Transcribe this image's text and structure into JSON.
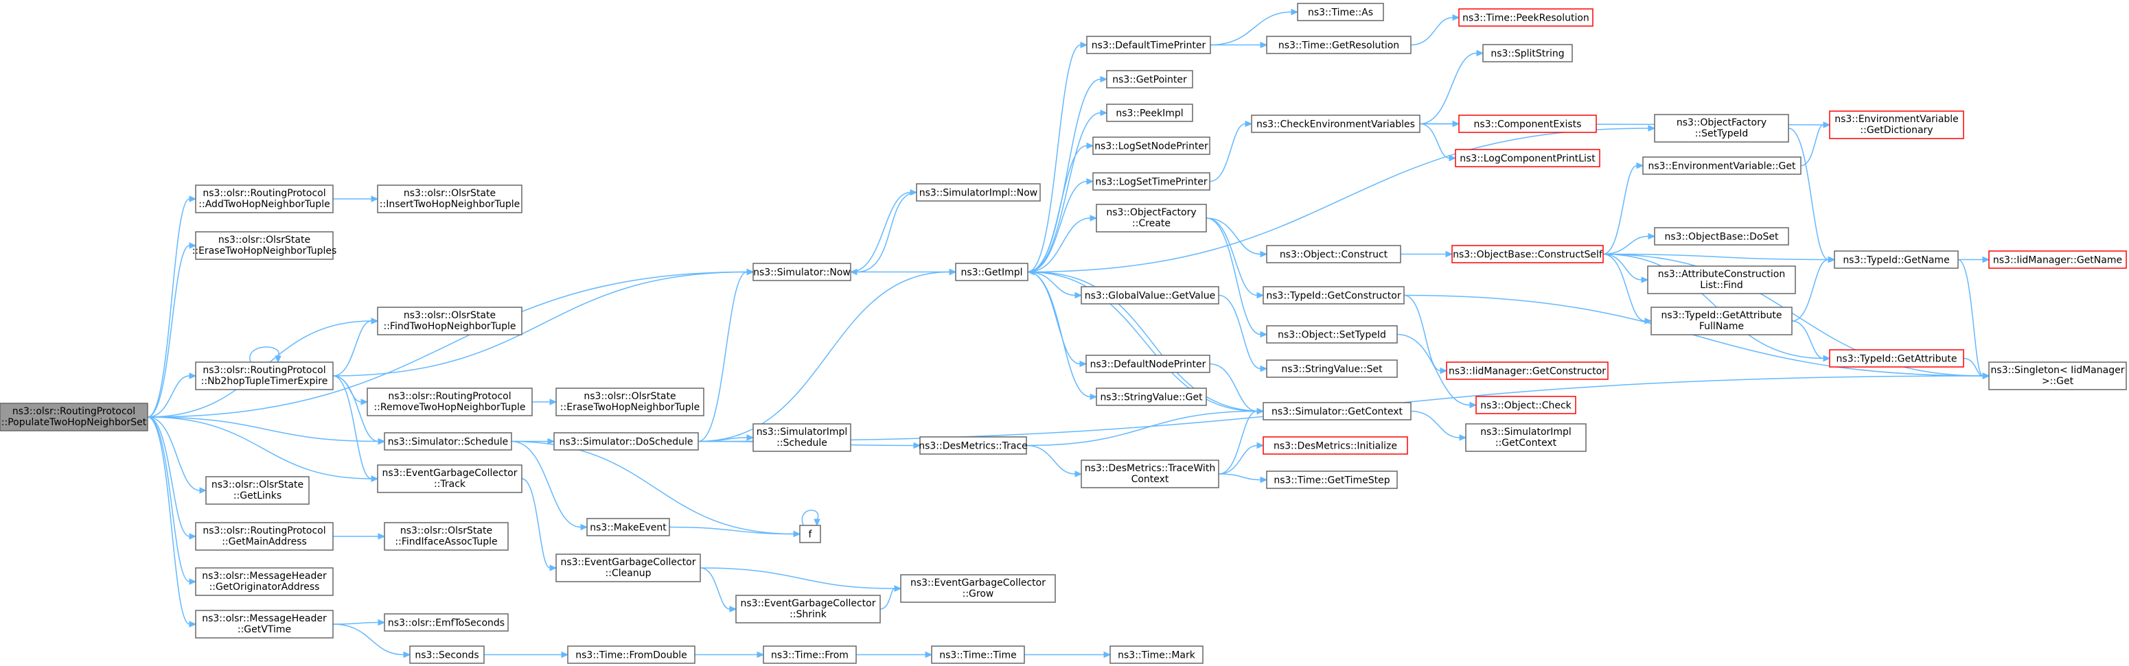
{
  "colors": {
    "edge": "#63b8ff",
    "node_border": "#666666",
    "truncated_border": "#ff0000",
    "root_fill": "#999999",
    "text": "#000000"
  },
  "nodes": [
    {
      "id": "n0",
      "name": "root-node",
      "lines": [
        "ns3::olsr::RoutingProtocol",
        "::PopulateTwoHopNeighborSet"
      ],
      "root": true
    },
    {
      "id": "n1",
      "name": "node-addtwohopneighbortuple",
      "lines": [
        "ns3::olsr::RoutingProtocol",
        "::AddTwoHopNeighborTuple"
      ]
    },
    {
      "id": "n2",
      "name": "node-inserttwohopneighbortuple",
      "lines": [
        "ns3::olsr::OlsrState",
        "::InsertTwoHopNeighborTuple"
      ]
    },
    {
      "id": "n3",
      "name": "node-erasetwohopneighbortuples",
      "lines": [
        "ns3::olsr::OlsrState",
        "::EraseTwoHopNeighborTuples"
      ]
    },
    {
      "id": "n4",
      "name": "node-simulator-now",
      "lines": [
        "ns3::Simulator::Now"
      ]
    },
    {
      "id": "n5",
      "name": "node-findtwohopneighbortuple",
      "lines": [
        "ns3::olsr::OlsrState",
        "::FindTwoHopNeighborTuple"
      ]
    },
    {
      "id": "n6",
      "name": "node-nb2hoptupletimerexpire",
      "lines": [
        "ns3::olsr::RoutingProtocol",
        "::Nb2hopTupleTimerExpire"
      ]
    },
    {
      "id": "n7",
      "name": "node-removetwohopneighbortuple",
      "lines": [
        "ns3::olsr::RoutingProtocol",
        "::RemoveTwoHopNeighborTuple"
      ]
    },
    {
      "id": "n8",
      "name": "node-erasetwohopneighbortuple",
      "lines": [
        "ns3::olsr::OlsrState",
        "::EraseTwoHopNeighborTuple"
      ]
    },
    {
      "id": "n9",
      "name": "node-simulator-schedule",
      "lines": [
        "ns3::Simulator::Schedule"
      ]
    },
    {
      "id": "n10",
      "name": "node-simulator-doschedule",
      "lines": [
        "ns3::Simulator::DoSchedule"
      ]
    },
    {
      "id": "n11",
      "name": "node-simulatorimpl-schedule",
      "lines": [
        "ns3::SimulatorImpl",
        "::Schedule"
      ]
    },
    {
      "id": "n12",
      "name": "node-eventgarbagecollector-track",
      "lines": [
        "ns3::EventGarbageCollector",
        "::Track"
      ]
    },
    {
      "id": "n13",
      "name": "node-olsrstate-getlinks",
      "lines": [
        "ns3::olsr::OlsrState",
        "::GetLinks"
      ]
    },
    {
      "id": "n14",
      "name": "node-makeevent",
      "lines": [
        "ns3::MakeEvent"
      ]
    },
    {
      "id": "n15",
      "name": "node-f",
      "lines": [
        "f"
      ]
    },
    {
      "id": "n16",
      "name": "node-getmainaddress",
      "lines": [
        "ns3::olsr::RoutingProtocol",
        "::GetMainAddress"
      ]
    },
    {
      "id": "n17",
      "name": "node-findifaceassoctuple",
      "lines": [
        "ns3::olsr::OlsrState",
        "::FindIfaceAssocTuple"
      ]
    },
    {
      "id": "n18",
      "name": "node-eventgarbagecollector-cleanup",
      "lines": [
        "ns3::EventGarbageCollector",
        "::Cleanup"
      ]
    },
    {
      "id": "n19",
      "name": "node-getoriginatoraddress",
      "lines": [
        "ns3::olsr::MessageHeader",
        "::GetOriginatorAddress"
      ]
    },
    {
      "id": "n20",
      "name": "node-eventgarbagecollector-grow",
      "lines": [
        "ns3::EventGarbageCollector",
        "::Grow"
      ]
    },
    {
      "id": "n21",
      "name": "node-eventgarbagecollector-shrink",
      "lines": [
        "ns3::EventGarbageCollector",
        "::Shrink"
      ]
    },
    {
      "id": "n22",
      "name": "node-getvtime",
      "lines": [
        "ns3::olsr::MessageHeader",
        "::GetVTime"
      ]
    },
    {
      "id": "n23",
      "name": "node-emftoseconds",
      "lines": [
        "ns3::olsr::EmfToSeconds"
      ]
    },
    {
      "id": "n24",
      "name": "node-seconds",
      "lines": [
        "ns3::Seconds"
      ]
    },
    {
      "id": "n25",
      "name": "node-time-fromdouble",
      "lines": [
        "ns3::Time::FromDouble"
      ]
    },
    {
      "id": "n26",
      "name": "node-time-from",
      "lines": [
        "ns3::Time::From"
      ]
    },
    {
      "id": "n27",
      "name": "node-time-time",
      "lines": [
        "ns3::Time::Time"
      ]
    },
    {
      "id": "n28",
      "name": "node-time-mark",
      "lines": [
        "ns3::Time::Mark"
      ]
    },
    {
      "id": "n29",
      "name": "node-simulatorimpl-now",
      "lines": [
        "ns3::SimulatorImpl::Now"
      ]
    },
    {
      "id": "n30",
      "name": "node-getimpl",
      "lines": [
        "ns3::GetImpl"
      ]
    },
    {
      "id": "n31",
      "name": "node-desmetrics-trace",
      "lines": [
        "ns3::DesMetrics::Trace"
      ]
    },
    {
      "id": "n32",
      "name": "node-defaulttimeprinter",
      "lines": [
        "ns3::DefaultTimePrinter"
      ]
    },
    {
      "id": "n33",
      "name": "node-getpointer",
      "lines": [
        "ns3::GetPointer"
      ]
    },
    {
      "id": "n34",
      "name": "node-peekimpl",
      "lines": [
        "ns3::PeekImpl"
      ]
    },
    {
      "id": "n35",
      "name": "node-logsetnodeprinter",
      "lines": [
        "ns3::LogSetNodePrinter"
      ]
    },
    {
      "id": "n36",
      "name": "node-logsettimeprinter",
      "lines": [
        "ns3::LogSetTimePrinter"
      ]
    },
    {
      "id": "n37",
      "name": "node-objectfactory-create",
      "lines": [
        "ns3::ObjectFactory",
        "::Create"
      ]
    },
    {
      "id": "n38",
      "name": "node-globalvalue-getvalue",
      "lines": [
        "ns3::GlobalValue::GetValue"
      ]
    },
    {
      "id": "n39",
      "name": "node-defaultnodeprinter",
      "lines": [
        "ns3::DefaultNodePrinter"
      ]
    },
    {
      "id": "n40",
      "name": "node-stringvalue-get",
      "lines": [
        "ns3::StringValue::Get"
      ]
    },
    {
      "id": "n41",
      "name": "node-desmetrics-tracewithcontext",
      "lines": [
        "ns3::DesMetrics::TraceWith",
        "Context"
      ]
    },
    {
      "id": "n42",
      "name": "node-time-as",
      "lines": [
        "ns3::Time::As"
      ]
    },
    {
      "id": "n43",
      "name": "node-time-getresolution",
      "lines": [
        "ns3::Time::GetResolution"
      ]
    },
    {
      "id": "n44",
      "name": "node-time-peekresolution",
      "lines": [
        "ns3::Time::PeekResolution"
      ],
      "trunc": true
    },
    {
      "id": "n45",
      "name": "node-splitstring",
      "lines": [
        "ns3::SplitString"
      ]
    },
    {
      "id": "n46",
      "name": "node-checkenvironmentvariables",
      "lines": [
        "ns3::CheckEnvironmentVariables"
      ]
    },
    {
      "id": "n47",
      "name": "node-componentexists",
      "lines": [
        "ns3::ComponentExists"
      ],
      "trunc": true
    },
    {
      "id": "n48",
      "name": "node-logcomponentprintlist",
      "lines": [
        "ns3::LogComponentPrintList"
      ],
      "trunc": true
    },
    {
      "id": "n49",
      "name": "node-object-construct",
      "lines": [
        "ns3::Object::Construct"
      ]
    },
    {
      "id": "n50",
      "name": "node-typeid-getconstructor",
      "lines": [
        "ns3::TypeId::GetConstructor"
      ]
    },
    {
      "id": "n51",
      "name": "node-object-settypeid",
      "lines": [
        "ns3::Object::SetTypeId"
      ]
    },
    {
      "id": "n52",
      "name": "node-stringvalue-set",
      "lines": [
        "ns3::StringValue::Set"
      ]
    },
    {
      "id": "n53",
      "name": "node-simulator-getcontext",
      "lines": [
        "ns3::Simulator::GetContext"
      ]
    },
    {
      "id": "n54",
      "name": "node-desmetrics-initialize",
      "lines": [
        "ns3::DesMetrics::Initialize"
      ],
      "trunc": true
    },
    {
      "id": "n55",
      "name": "node-time-gettimestep",
      "lines": [
        "ns3::Time::GetTimeStep"
      ]
    },
    {
      "id": "n56",
      "name": "node-objectbase-constructself",
      "lines": [
        "ns3::ObjectBase::ConstructSelf"
      ],
      "trunc": true
    },
    {
      "id": "n57",
      "name": "node-iidmanager-getconstructor",
      "lines": [
        "ns3::IidManager::GetConstructor"
      ],
      "trunc": true
    },
    {
      "id": "n58",
      "name": "node-object-check",
      "lines": [
        "ns3::Object::Check"
      ],
      "trunc": true
    },
    {
      "id": "n59",
      "name": "node-simulatorimpl-getcontext",
      "lines": [
        "ns3::SimulatorImpl",
        "::GetContext"
      ]
    },
    {
      "id": "n60",
      "name": "node-objectfactory-settypeid",
      "lines": [
        "ns3::ObjectFactory",
        "::SetTypeId"
      ]
    },
    {
      "id": "n61",
      "name": "node-environmentvariable-get",
      "lines": [
        "ns3::EnvironmentVariable::Get"
      ]
    },
    {
      "id": "n62",
      "name": "node-objectbase-doset",
      "lines": [
        "ns3::ObjectBase::DoSet"
      ]
    },
    {
      "id": "n63",
      "name": "node-attributeconstructionlist-find",
      "lines": [
        "ns3::AttributeConstruction",
        "List::Find"
      ]
    },
    {
      "id": "n64",
      "name": "node-typeid-getattributefullname",
      "lines": [
        "ns3::TypeId::GetAttribute",
        "FullName"
      ]
    },
    {
      "id": "n65",
      "name": "node-environmentvariable-getdictionary",
      "lines": [
        "ns3::EnvironmentVariable",
        "::GetDictionary"
      ],
      "trunc": true
    },
    {
      "id": "n66",
      "name": "node-typeid-getname",
      "lines": [
        "ns3::TypeId::GetName"
      ]
    },
    {
      "id": "n67",
      "name": "node-typeid-getattribute",
      "lines": [
        "ns3::TypeId::GetAttribute"
      ],
      "trunc": true
    },
    {
      "id": "n68",
      "name": "node-iidmanager-getname",
      "lines": [
        "ns3::IidManager::GetName"
      ],
      "trunc": true
    },
    {
      "id": "n69",
      "name": "node-singleton-iidmanager-get",
      "lines": [
        "ns3::Singleton< IidManager",
        ">::Get"
      ]
    }
  ]
}
